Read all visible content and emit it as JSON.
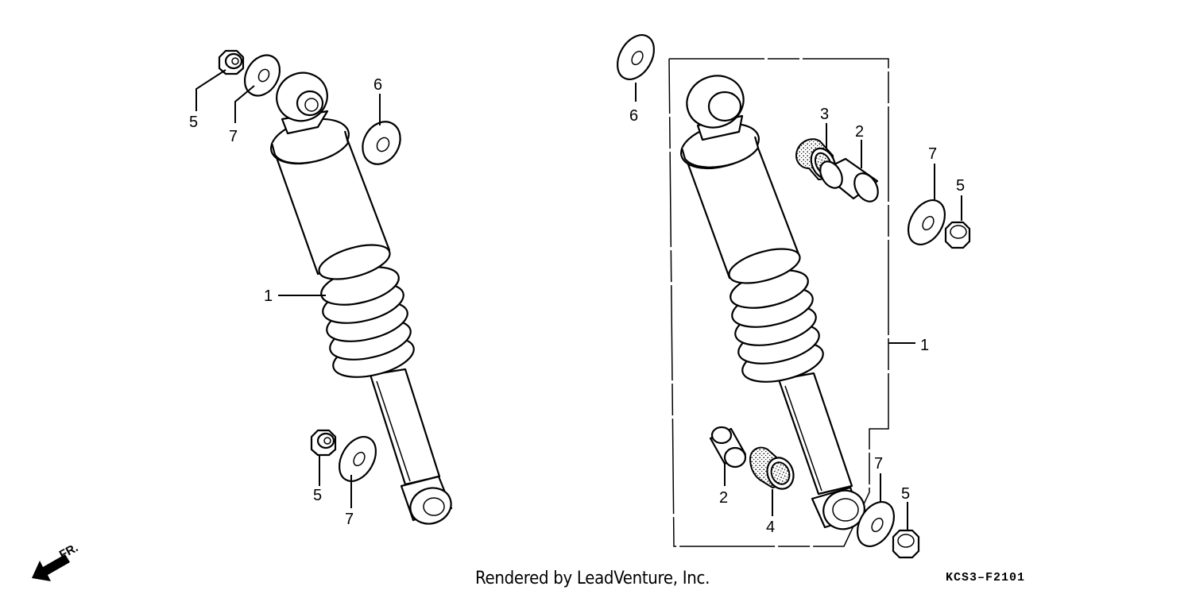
{
  "diagram": {
    "left_assembly": {
      "callouts": [
        {
          "id": "l-5-top",
          "text": "5"
        },
        {
          "id": "l-7-top",
          "text": "7"
        },
        {
          "id": "l-6",
          "text": "6"
        },
        {
          "id": "l-1",
          "text": "1"
        },
        {
          "id": "l-5-bot",
          "text": "5"
        },
        {
          "id": "l-7-bot",
          "text": "7"
        }
      ]
    },
    "right_assembly": {
      "callouts": [
        {
          "id": "r-6",
          "text": "6"
        },
        {
          "id": "r-3",
          "text": "3"
        },
        {
          "id": "r-2-top",
          "text": "2"
        },
        {
          "id": "r-7-top",
          "text": "7"
        },
        {
          "id": "r-5-top",
          "text": "5"
        },
        {
          "id": "r-1",
          "text": "1"
        },
        {
          "id": "r-2-bot",
          "text": "2"
        },
        {
          "id": "r-4",
          "text": "4"
        },
        {
          "id": "r-7-bot",
          "text": "7"
        },
        {
          "id": "r-5-bot",
          "text": "5"
        }
      ]
    },
    "direction_label": "FR.",
    "credit": "Rendered by LeadVenture, Inc.",
    "diagram_code": "KCS3–F2101"
  }
}
